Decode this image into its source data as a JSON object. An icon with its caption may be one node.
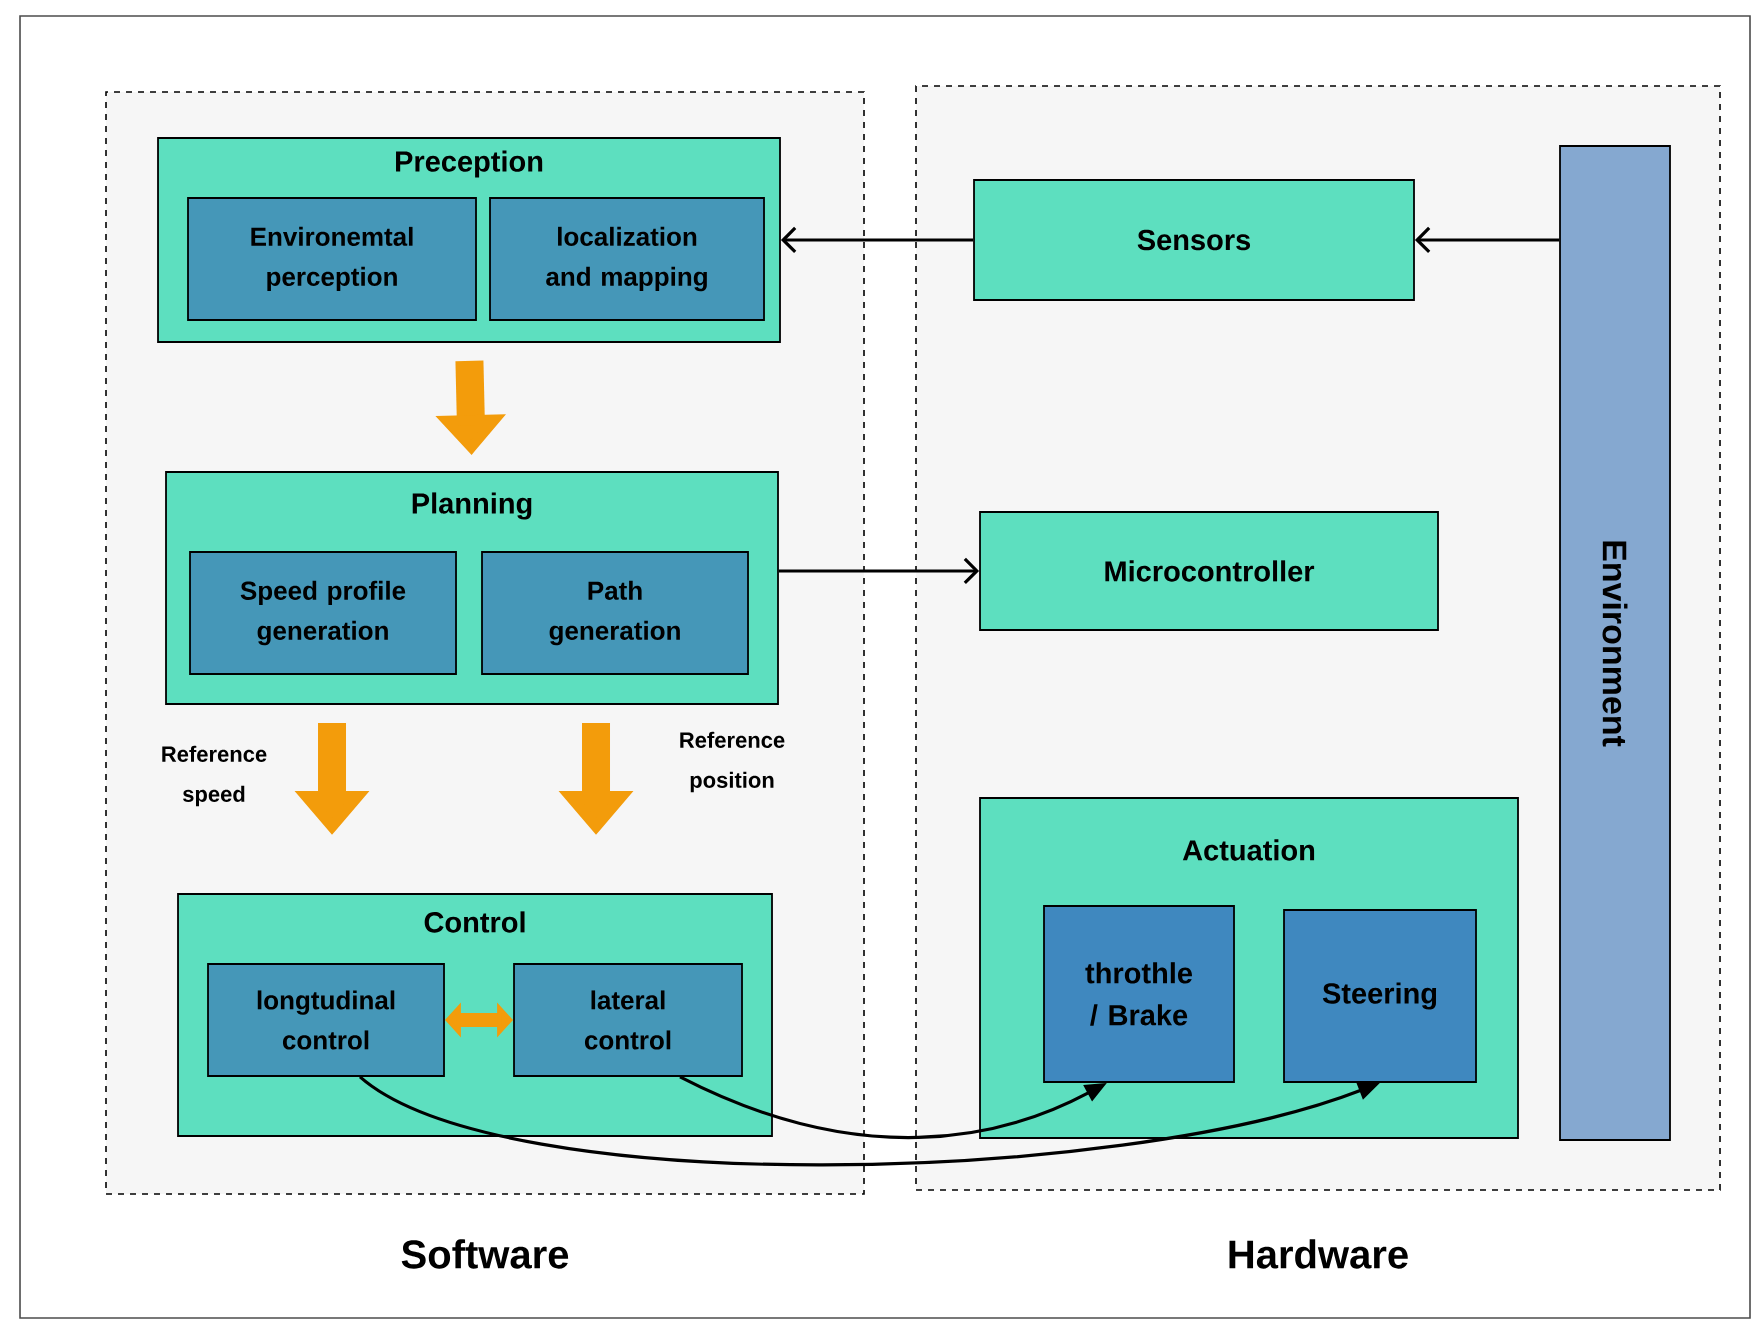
{
  "diagram": {
    "nodes": [
      {
        "text": [
          "Software"
        ]
      },
      {
        "text": [
          "Hardware"
        ]
      },
      {
        "text": [
          "Preception"
        ],
        "in": 0
      },
      {
        "text": [
          "Environemtal perception"
        ],
        "in": 2
      },
      {
        "text": [
          "localization and mapping"
        ],
        "in": 2
      },
      {
        "text": [
          "Planning"
        ],
        "in": 0
      },
      {
        "text": [
          "Speed profile generation"
        ],
        "in": 5
      },
      {
        "text": [
          "Path generation"
        ],
        "in": 5
      },
      {
        "text": [
          "Control"
        ],
        "in": 0
      },
      {
        "text": [
          "longtudinal control"
        ],
        "in": 8
      },
      {
        "text": [
          "lateral control"
        ],
        "in": 8
      },
      {
        "text": [
          "Sensors"
        ],
        "in": 1
      },
      {
        "text": [
          "Microcontroller"
        ],
        "in": 1
      },
      {
        "text": [
          "Actuation"
        ],
        "in": 1
      },
      {
        "text": [
          "throthle / Brake"
        ],
        "in": 13
      },
      {
        "text": [
          "Steering"
        ],
        "in": 13
      },
      {
        "text": [
          "Environment"
        ],
        "in": 1
      }
    ],
    "edges": [
      {
        "from": 2,
        "to": 5,
        "arrow": "to",
        "style": "thick",
        "color": "#f39c0b"
      },
      {
        "from": 5,
        "to": 8,
        "arrow": "to",
        "style": "thick",
        "color": "#f39c0b",
        "label": "Reference speed"
      },
      {
        "from": 5,
        "to": 8,
        "arrow": "to",
        "style": "thick",
        "color": "#f39c0b",
        "label": "Reference position"
      },
      {
        "from": 9,
        "to": 10,
        "arrow": "both",
        "style": "thick",
        "color": "#f39c0b"
      },
      {
        "from": 16,
        "to": 11,
        "arrow": "to"
      },
      {
        "from": 11,
        "to": 2,
        "arrow": "to"
      },
      {
        "from": 5,
        "to": 12,
        "arrow": "to"
      },
      {
        "from": 9,
        "to": 15,
        "arrow": "to"
      },
      {
        "from": 10,
        "to": 14,
        "arrow": "to"
      }
    ]
  }
}
